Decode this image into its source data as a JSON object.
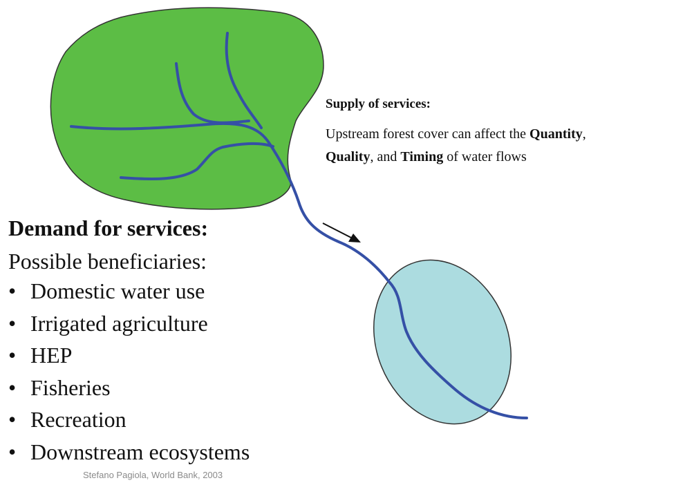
{
  "supply": {
    "title": "Supply of services:",
    "text_part1": "Upstream forest cover can affect the ",
    "quantity": "Quantity",
    "text_part2": ",",
    "quality": "Quality",
    "text_part3": ", and ",
    "timing": "Timing",
    "text_part4": " of water flows"
  },
  "demand": {
    "title": "Demand for services:",
    "subtitle": "Possible beneficiaries:",
    "bullet_symbol": "•",
    "items": [
      "Domestic water use",
      "Irrigated agriculture",
      "HEP",
      "Fisheries",
      "Recreation",
      "Downstream ecosystems"
    ]
  },
  "credit": "Stefano Pagiola, World Bank, 2003",
  "colors": {
    "forest": "#5cbd45",
    "lake": "#acdce0",
    "river": "#3550a6",
    "outline": "#333333"
  }
}
